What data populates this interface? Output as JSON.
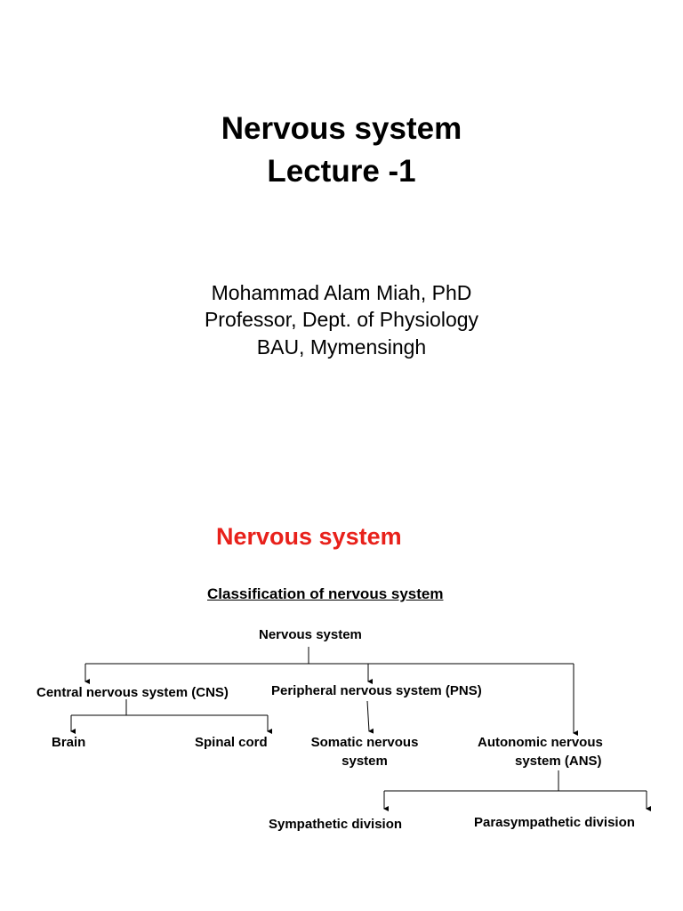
{
  "slide1": {
    "title_line1": "Nervous system",
    "title_line2": "Lecture -1",
    "author_name": "Mohammad Alam Miah, PhD",
    "author_position": "Professor, Dept. of Physiology",
    "author_affiliation": "BAU, Mymensingh"
  },
  "slide2": {
    "heading": "Nervous system",
    "heading_color": "#e8211b",
    "diagram_title": "Classification of nervous system",
    "nodes": {
      "root": "Nervous system",
      "cns": "Central nervous system (CNS)",
      "pns": "Peripheral nervous system (PNS)",
      "brain": "Brain",
      "spinal_cord": "Spinal cord",
      "somatic_line1": "Somatic nervous",
      "somatic_line2": "system",
      "autonomic_line1": "Autonomic nervous",
      "autonomic_line2": "system (ANS)",
      "sympathetic": "Sympathetic division",
      "parasympathetic": "Parasympathetic division"
    }
  }
}
